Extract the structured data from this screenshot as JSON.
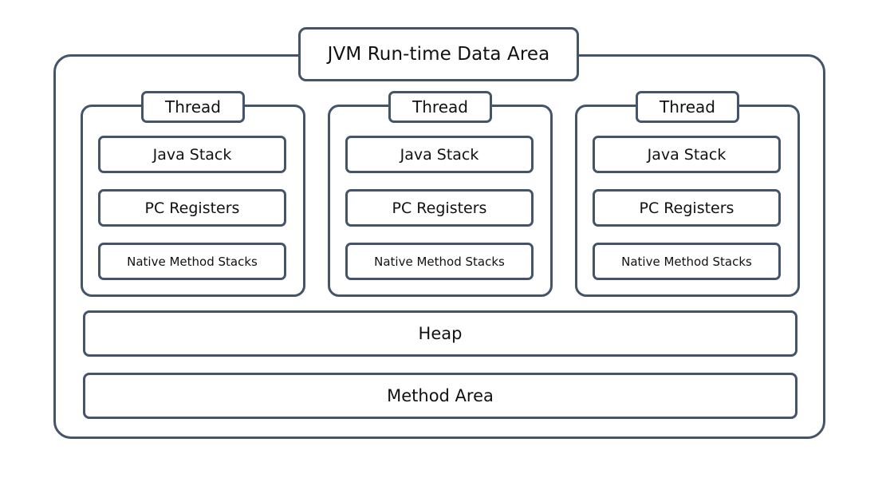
{
  "diagram": {
    "title": "JVM Run-time Data Area",
    "border_color": "#44546A",
    "background_color": "#FFFFFF",
    "text_color": "#111111",
    "threads": [
      {
        "tab_label": "Thread",
        "boxes": [
          {
            "label": "Java Stack"
          },
          {
            "label": "PC Registers"
          },
          {
            "label": "Native Method Stacks"
          }
        ]
      },
      {
        "tab_label": "Thread",
        "boxes": [
          {
            "label": "Java Stack"
          },
          {
            "label": "PC Registers"
          },
          {
            "label": "Native Method Stacks"
          }
        ]
      },
      {
        "tab_label": "Thread",
        "boxes": [
          {
            "label": "Java Stack"
          },
          {
            "label": "PC Registers"
          },
          {
            "label": "Native Method Stacks"
          }
        ]
      }
    ],
    "shared_regions": [
      {
        "label": "Heap"
      },
      {
        "label": "Method Area"
      }
    ]
  }
}
